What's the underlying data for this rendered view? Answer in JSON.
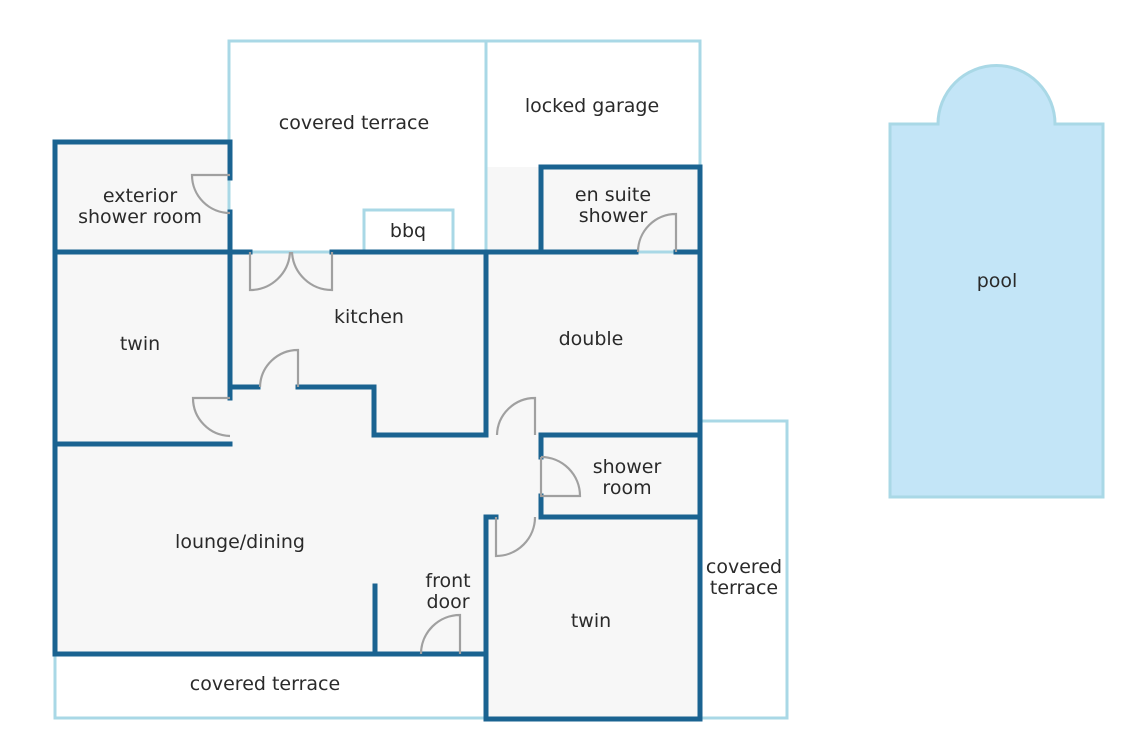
{
  "colors": {
    "wall": "#1a6391",
    "outline": "#a9d8e6",
    "floor": "#f7f7f7",
    "pool": "#c3e5f7",
    "door": "#a0a0a0"
  },
  "labels": {
    "covered_terrace_top": "covered terrace",
    "locked_garage": "locked garage",
    "exterior_shower_line1": "exterior",
    "exterior_shower_line2": "shower room",
    "bbq": "bbq",
    "en_suite_line1": "en suite",
    "en_suite_line2": "shower",
    "twin_left": "twin",
    "kitchen": "kitchen",
    "double": "double",
    "shower_room_line1": "shower",
    "shower_room_line2": "room",
    "lounge_dining": "lounge/dining",
    "front_door_line1": "front",
    "front_door_line2": "door",
    "twin_right": "twin",
    "covered_terrace_right_line1": "covered",
    "covered_terrace_right_line2": "terrace",
    "covered_terrace_bottom": "covered terrace",
    "pool": "pool"
  }
}
